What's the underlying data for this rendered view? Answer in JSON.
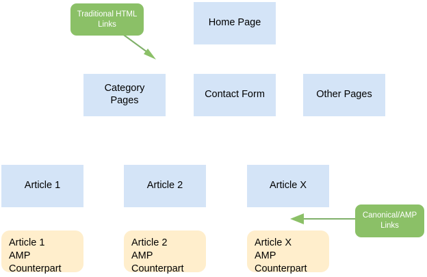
{
  "diagram": {
    "title": "AMP site architecture diagram",
    "colors": {
      "page_box_fill": "#d4e4f7",
      "amp_box_fill": "#ffeecc",
      "callout_fill": "#8bc067",
      "arrow_stroke": "#7fb069",
      "text": "#000000",
      "callout_text": "#ffffff",
      "background": "#ffffff"
    },
    "nodes": {
      "home_page": "Home Page",
      "category_pages": "Category\nPages",
      "contact_form": "Contact Form",
      "other_pages": "Other Pages",
      "article_1": "Article 1",
      "article_2": "Article 2",
      "article_x": "Article X",
      "article_1_amp": "Article 1\nAMP\nCounterpart",
      "article_2_amp": "Article 2\nAMP\nCounterpart",
      "article_x_amp": "Article X\nAMP\nCounterpart"
    },
    "callouts": {
      "traditional_html_links": "Traditional HTML\nLinks",
      "canonical_amp_links": "Canonical/AMP\nLinks"
    }
  }
}
